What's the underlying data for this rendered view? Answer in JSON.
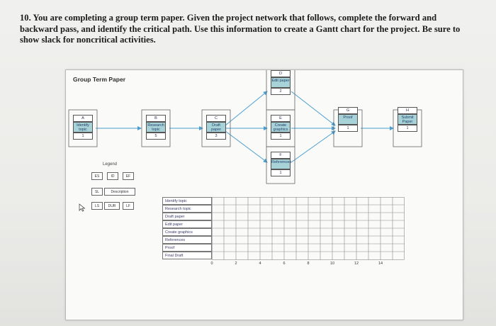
{
  "question": {
    "number": "10.",
    "text": "You are completing a group term paper. Given the project network that follows, complete the forward and backward pass, and identify the critical path. Use this information to create a Gantt chart for the project. Be sure to show slack for noncritical activities."
  },
  "figure": {
    "title": "Group Term Paper",
    "nodes": [
      {
        "id": "A",
        "desc": "Identify topic",
        "dur": "1"
      },
      {
        "id": "B",
        "desc": "Research topic",
        "dur": "5"
      },
      {
        "id": "C",
        "desc": "Draft paper",
        "dur": "3"
      },
      {
        "id": "D",
        "desc": "Edit paper",
        "dur": "2"
      },
      {
        "id": "E",
        "desc": "Create graphics",
        "dur": "1"
      },
      {
        "id": "F",
        "desc": "References",
        "dur": "1"
      },
      {
        "id": "G",
        "desc": "Proof",
        "dur": "1"
      },
      {
        "id": "H",
        "desc": "Submit Paper",
        "dur": "1"
      }
    ],
    "legend": {
      "title": "Legend",
      "es": "ES",
      "id": "ID",
      "ef": "EF",
      "sl": "SL",
      "description": "Description",
      "ls": "LS",
      "dur": "DUR",
      "lf": "LF"
    }
  },
  "gantt": {
    "rows": [
      "Identify topic",
      "Research topic",
      "Draft paper",
      "Edit paper",
      "Create graphics",
      "References",
      "Proof",
      "Final Draft"
    ],
    "ticks": [
      "0",
      "2",
      "4",
      "6",
      "8",
      "10",
      "12",
      "14"
    ]
  },
  "colors": {
    "desc_fill": "#a7d2d8",
    "arrow": "#4a9fd0"
  }
}
